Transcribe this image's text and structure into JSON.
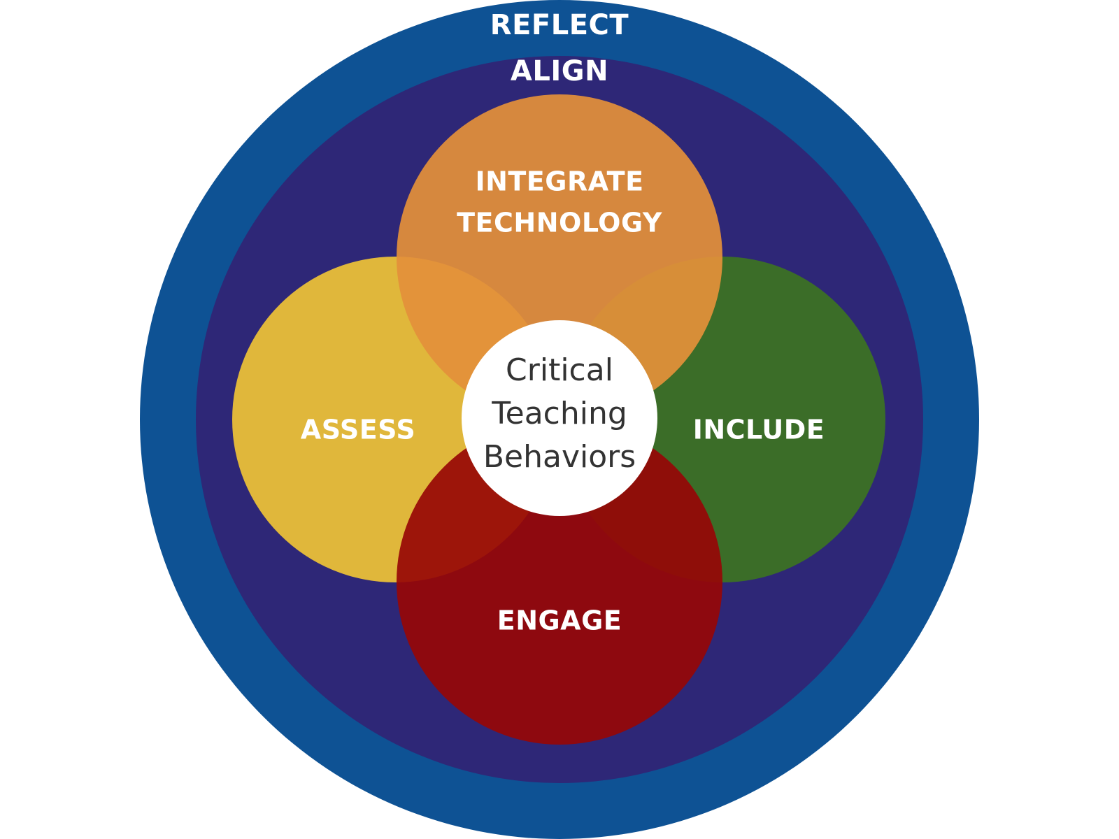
{
  "diagram": {
    "outer_ring": {
      "label": "REFLECT",
      "color": "#0E5294"
    },
    "inner_ring": {
      "label": "ALIGN",
      "color": "#2E2777"
    },
    "petals": {
      "integrate": {
        "line1": "INTEGRATE",
        "line2": "TECHNOLOGY",
        "color": "#E3903A"
      },
      "assess": {
        "label": "ASSESS",
        "color": "#E6BC39"
      },
      "include": {
        "label": "INCLUDE",
        "color": "#3C7322"
      },
      "engage": {
        "label": "ENGAGE",
        "color": "#970607"
      }
    },
    "center": {
      "line1": "Critical",
      "line2": "Teaching",
      "line3": "Behaviors",
      "color": "#FFFFFF"
    }
  }
}
